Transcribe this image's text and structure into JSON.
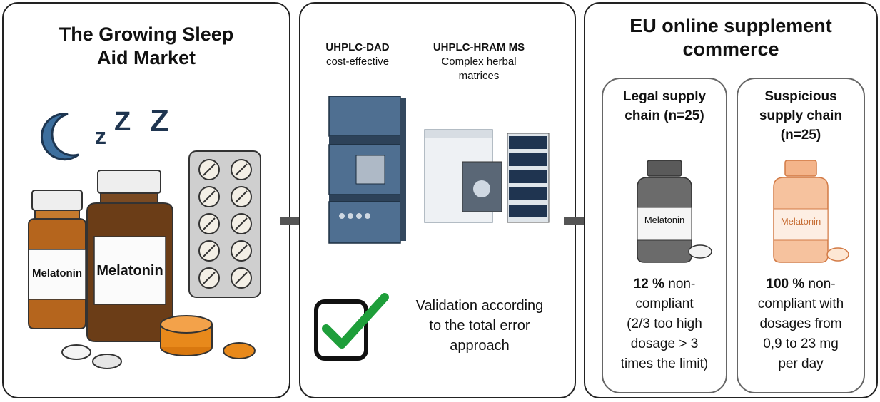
{
  "panel1": {
    "title_line1": "The Growing Sleep",
    "title_line2": "Aid Market",
    "sleep_letters": [
      "z",
      "Z",
      "Z"
    ],
    "bottle_small_label": "Melatonin",
    "bottle_large_label": "Melatonin"
  },
  "panel2": {
    "method1_name": "UHPLC-DAD",
    "method1_desc": "cost-effective",
    "method2_name": "UHPLC-HRAM MS",
    "method2_desc_line1": "Complex herbal",
    "method2_desc_line2": "matrices",
    "validation_line1": "Validation according",
    "validation_line2": "to the total error",
    "validation_line3": "approach"
  },
  "panel3": {
    "title_line1": "EU online supplement",
    "title_line2": "commerce",
    "legal": {
      "heading_line1": "Legal supply",
      "heading_line2": "chain (n=25)",
      "bottle_label": "Melatonin",
      "pct": "12 %",
      "line1_rest": " non-",
      "line2": "compliant",
      "line3": "(2/3 too high",
      "line4": "dosage > 3",
      "line5": "times the limit)"
    },
    "suspicious": {
      "heading_line1": "Suspicious",
      "heading_line2": "supply chain",
      "heading_line3": "(n=25)",
      "bottle_label": "Melatonin",
      "pct": "100 %",
      "line1_rest": " non-",
      "line2": "compliant with",
      "line3": "dosages from",
      "line4": "0,9 to 23 mg",
      "line5": "per day"
    }
  },
  "colors": {
    "arrow": "#555555",
    "moon": "#3d6f9e",
    "amber": "#b5651d",
    "instrument_blue": "#3a5a7a",
    "check_green": "#1e9e3a",
    "gray_bottle": "#6b6b6b",
    "peach_bottle": "#f4b48a"
  }
}
